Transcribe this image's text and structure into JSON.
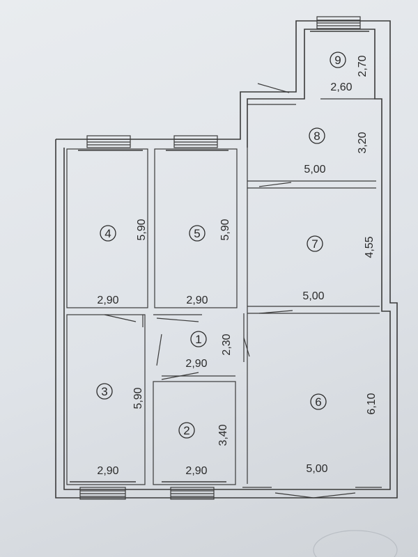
{
  "plan": {
    "colors": {
      "line": "#3a3a3a",
      "text": "#2a2a2a",
      "paper": "#e4e7eb"
    },
    "rooms": [
      {
        "id": "1",
        "number": "①",
        "width": "2,90",
        "length": "2,30"
      },
      {
        "id": "2",
        "number": "②",
        "width": "2,90",
        "length": "3,40"
      },
      {
        "id": "3",
        "number": "③",
        "width": "2,90",
        "length": "5,90"
      },
      {
        "id": "4",
        "number": "④",
        "width": "2,90",
        "length": "5,90"
      },
      {
        "id": "5",
        "number": "⑤",
        "width": "2,90",
        "length": "5,90"
      },
      {
        "id": "6",
        "number": "⑥",
        "width": "5,00",
        "length": "6,10"
      },
      {
        "id": "7",
        "number": "⑦",
        "width": "5,00",
        "length": "4,55"
      },
      {
        "id": "8",
        "number": "⑧",
        "width": "5,00",
        "length": "3,20"
      },
      {
        "id": "9",
        "number": "⑨",
        "width": "2,60",
        "length": "2,70"
      }
    ]
  }
}
